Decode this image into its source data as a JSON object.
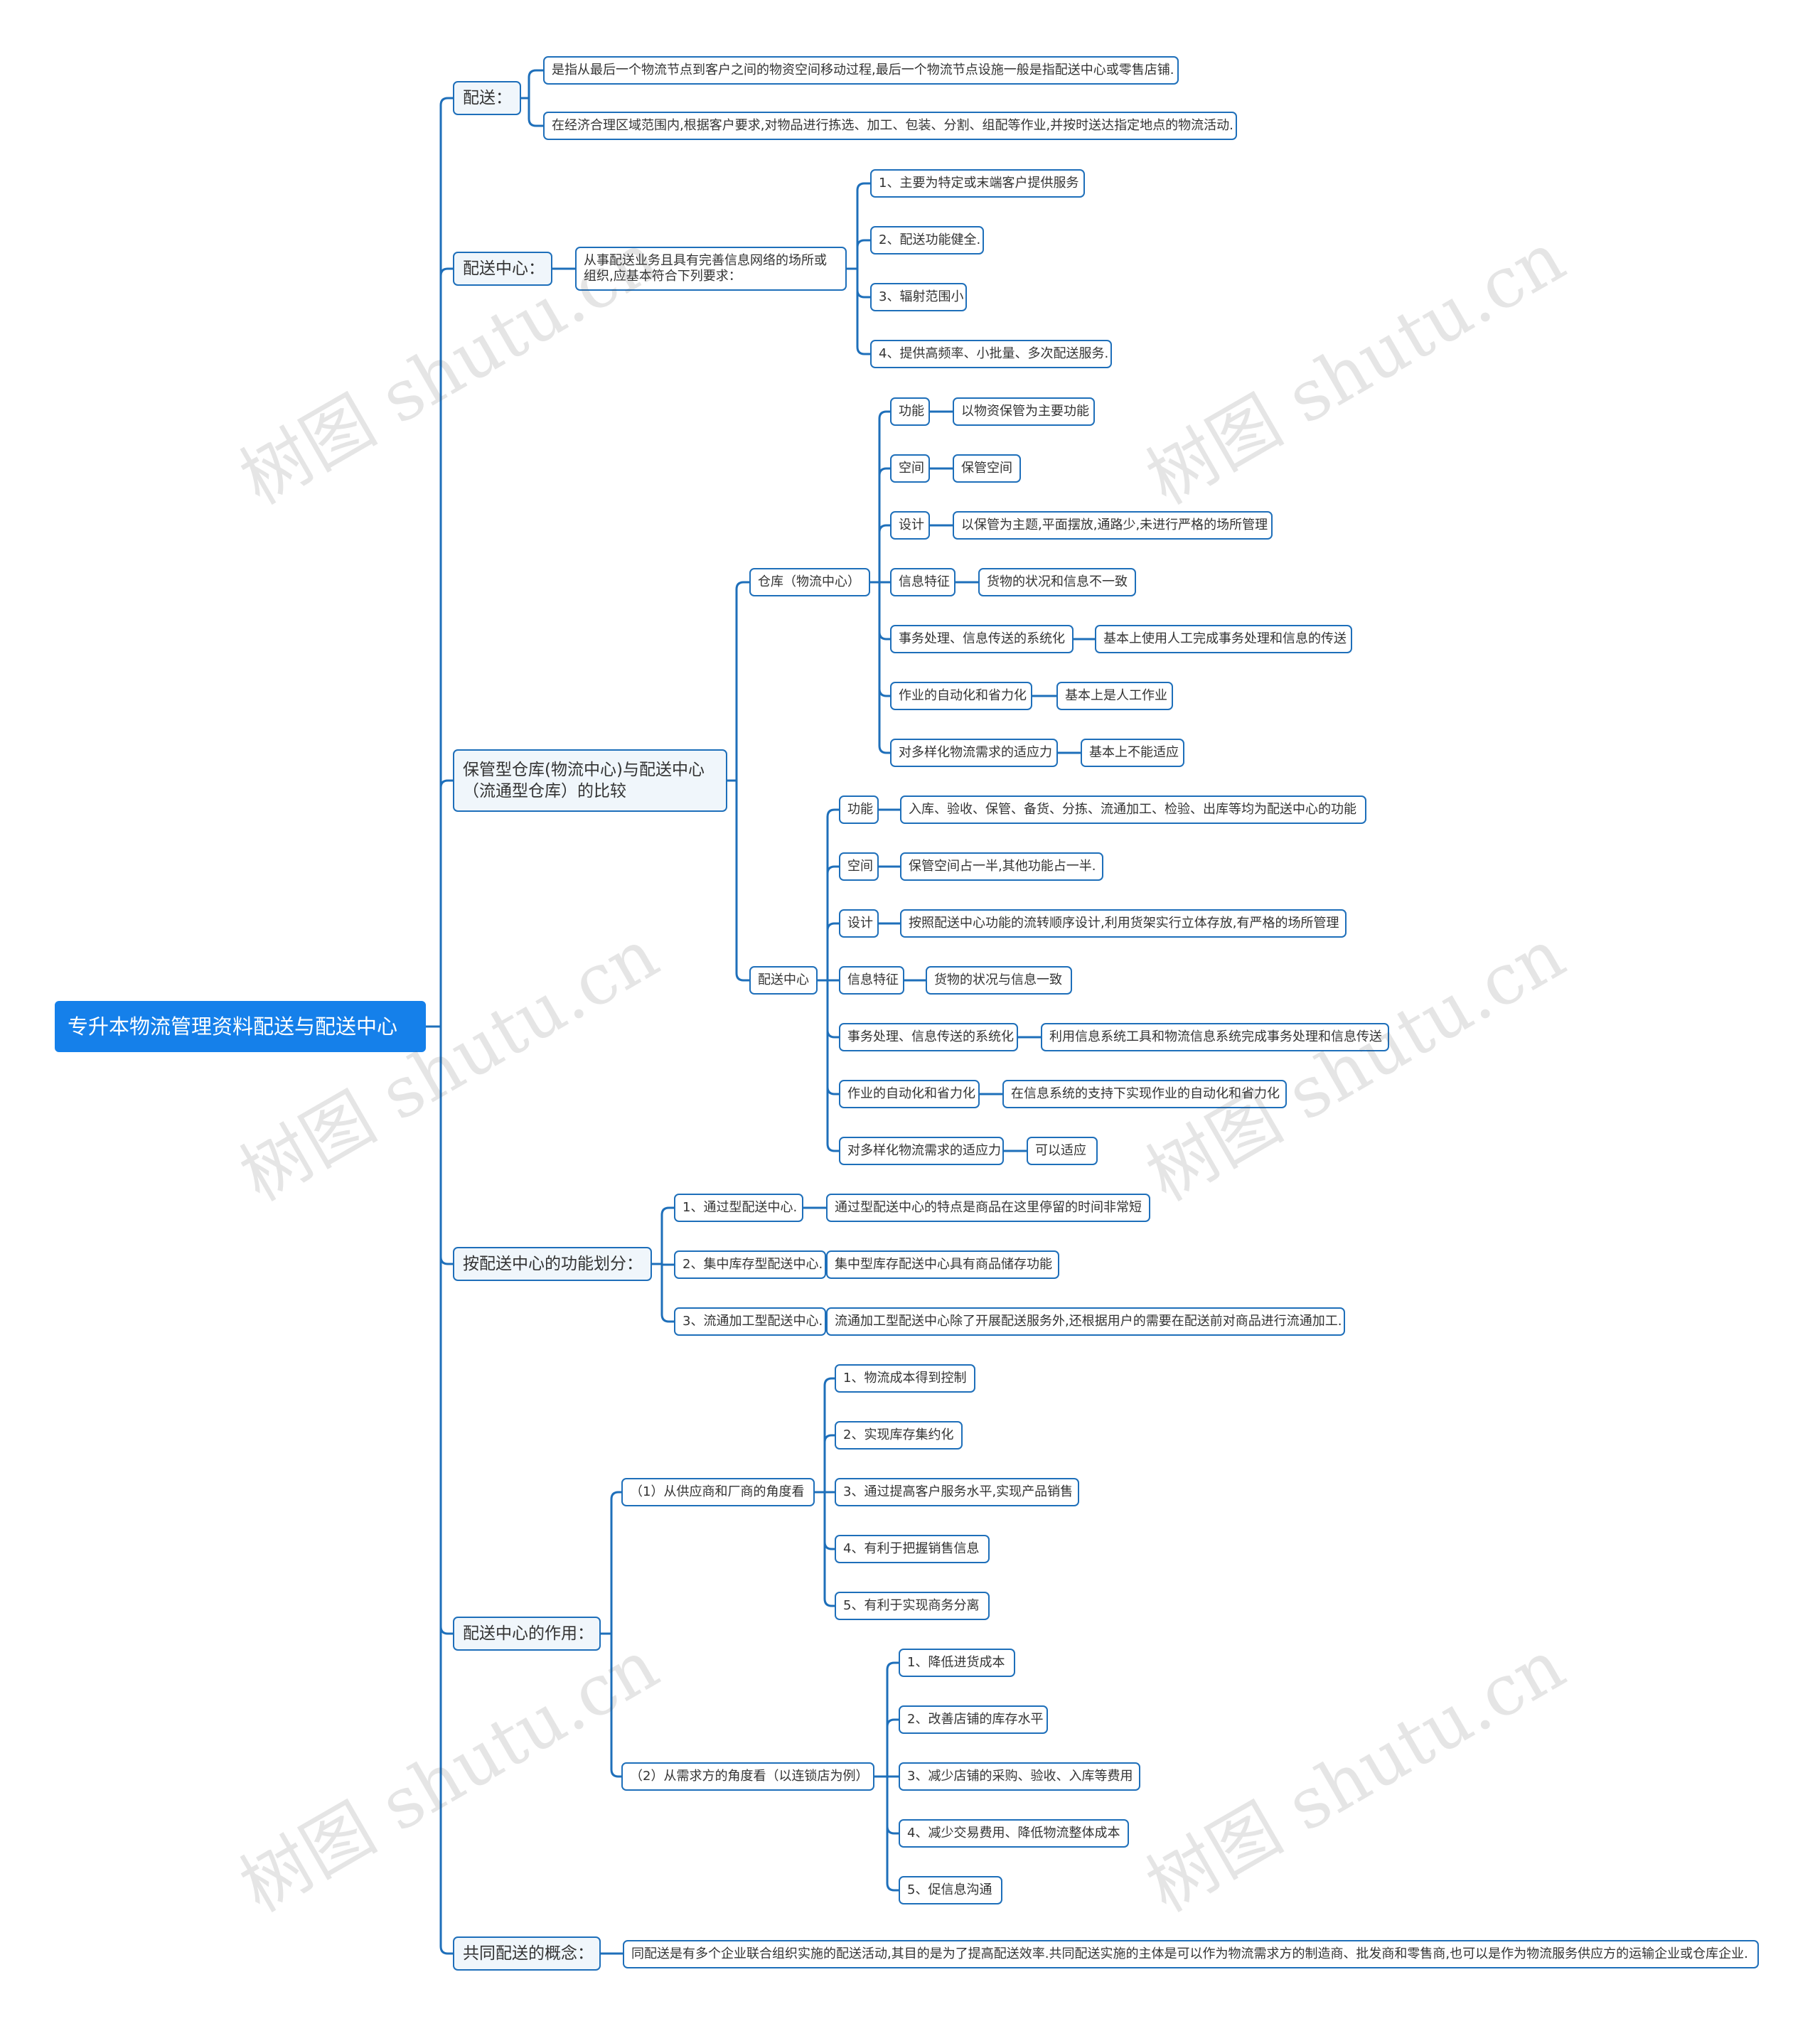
{
  "root": "专升本物流管理资料配送与配送中心",
  "b1": {
    "label": "配送：",
    "c1": "是指从最后一个物流节点到客户之间的物资空间移动过程,最后一个物流节点设施一般是指配送中心或零售店铺.",
    "c2": "在经济合理区域范围内,根据客户要求,对物品进行拣选、加工、包装、分割、组配等作业,并按时送达指定地点的物流活动."
  },
  "b2": {
    "label": "配送中心：",
    "mid": "从事配送业务且具有完善信息网络的场所或组织,应基本符合下列要求：",
    "items": [
      "1、主要为特定或末端客户提供服务",
      "2、配送功能健全.",
      "3、辐射范围小",
      "4、提供高频率、小批量、多次配送服务."
    ]
  },
  "b3": {
    "label": "保管型仓库(物流中心)与配送中心（流通型仓库）的比较",
    "warehouse": {
      "label": "仓库（物流中心）",
      "rows": [
        {
          "k": "功能",
          "v": "以物资保管为主要功能"
        },
        {
          "k": "空间",
          "v": "保管空间"
        },
        {
          "k": "设计",
          "v": "以保管为主题,平面摆放,通路少,未进行严格的场所管理"
        },
        {
          "k": "信息特征",
          "v": "货物的状况和信息不一致"
        },
        {
          "k": "事务处理、信息传送的系统化",
          "v": "基本上使用人工完成事务处理和信息的传送"
        },
        {
          "k": "作业的自动化和省力化",
          "v": "基本上是人工作业"
        },
        {
          "k": "对多样化物流需求的适应力",
          "v": "基本上不能适应"
        }
      ]
    },
    "center": {
      "label": "配送中心",
      "rows": [
        {
          "k": "功能",
          "v": "入库、验收、保管、备货、分拣、流通加工、检验、出库等均为配送中心的功能"
        },
        {
          "k": "空间",
          "v": "保管空间占一半,其他功能占一半."
        },
        {
          "k": "设计",
          "v": "按照配送中心功能的流转顺序设计,利用货架实行立体存放,有严格的场所管理"
        },
        {
          "k": "信息特征",
          "v": "货物的状况与信息一致"
        },
        {
          "k": "事务处理、信息传送的系统化",
          "v": "利用信息系统工具和物流信息系统完成事务处理和信息传送"
        },
        {
          "k": "作业的自动化和省力化",
          "v": "在信息系统的支持下实现作业的自动化和省力化"
        },
        {
          "k": "对多样化物流需求的适应力",
          "v": "可以适应"
        }
      ]
    }
  },
  "b4": {
    "label": "按配送中心的功能划分：",
    "rows": [
      {
        "k": "1、通过型配送中心.",
        "v": "通过型配送中心的特点是商品在这里停留的时间非常短"
      },
      {
        "k": "2、集中库存型配送中心.",
        "v": "集中型库存配送中心具有商品储存功能"
      },
      {
        "k": "3、流通加工型配送中心.",
        "v": "流通加工型配送中心除了开展配送服务外,还根据用户的需要在配送前对商品进行流通加工."
      }
    ]
  },
  "b5": {
    "label": "配送中心的作用：",
    "supplier": {
      "label": "（1）从供应商和厂商的角度看",
      "items": [
        "1、物流成本得到控制",
        "2、实现库存集约化",
        "3、通过提高客户服务水平,实现产品销售",
        "4、有利于把握销售信息",
        "5、有利于实现商务分离"
      ]
    },
    "demand": {
      "label": "（2）从需求方的角度看（以连锁店为例）",
      "items": [
        "1、降低进货成本",
        "2、改善店铺的库存水平",
        "3、减少店铺的采购、验收、入库等费用",
        "4、减少交易费用、降低物流整体成本",
        "5、促信息沟通"
      ]
    }
  },
  "b6": {
    "label": "共同配送的概念：",
    "c1": "同配送是有多个企业联合组织实施的配送活动,其目的是为了提高配送效率.共同配送实施的主体是可以作为物流需求方的制造商、批发商和零售商,也可以是作为物流服务供应方的运输企业或仓库企业."
  },
  "watermark": "树图 shutu.cn",
  "colors": {
    "line": "#1e6fba",
    "root_fill": "#1580ea",
    "l1_fill": "#f0f6fb"
  }
}
